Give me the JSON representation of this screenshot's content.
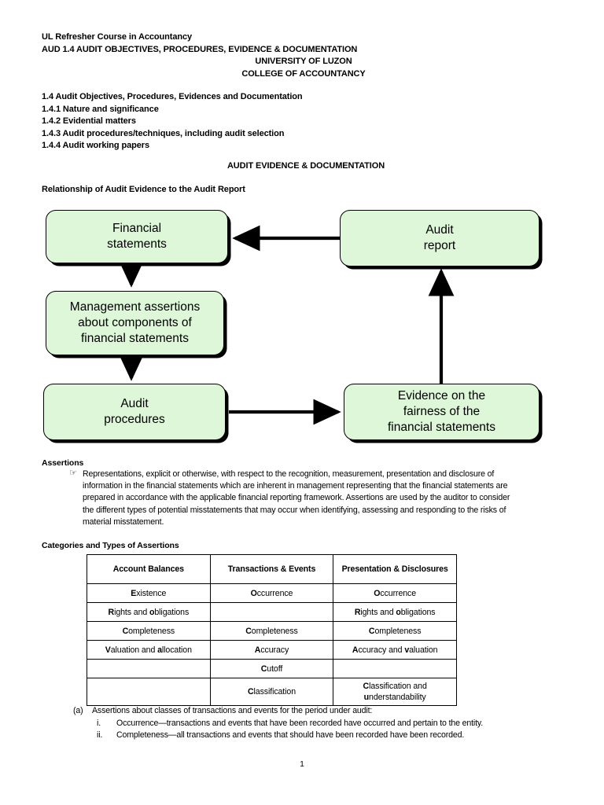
{
  "header": {
    "line1": "UL Refresher Course in Accountancy",
    "line2": "AUD 1.4 AUDIT OBJECTIVES, PROCEDURES, EVIDENCE & DOCUMENTATION",
    "line3": "UNIVERSITY OF LUZON",
    "line4": "COLLEGE OF ACCOUNTANCY"
  },
  "outline": [
    "1.4 Audit Objectives, Procedures, Evidences and Documentation",
    "1.4.1 Nature and significance",
    "1.4.2 Evidential matters",
    "1.4.3 Audit procedures/techniques, including audit selection",
    "1.4.4 Audit working papers"
  ],
  "section": {
    "title": "AUDIT EVIDENCE & DOCUMENTATION",
    "subtitle": "Relationship of Audit Evidence to the Audit Report"
  },
  "diagram": {
    "fill_color": "#ddf7d8",
    "border_color": "#000000",
    "nodes": {
      "financial_statements": "Financial\nstatements",
      "management_assertions": "Management assertions\nabout components of\nfinancial statements",
      "audit_procedures": "Audit\nprocedures",
      "audit_report": "Audit\nreport",
      "evidence_fairness": "Evidence on the\nfairness of the\nfinancial statements"
    },
    "edges": [
      {
        "from": "audit_report",
        "to": "financial_statements",
        "direction": "left"
      },
      {
        "from": "financial_statements",
        "to": "management_assertions",
        "direction": "down"
      },
      {
        "from": "management_assertions",
        "to": "audit_procedures",
        "direction": "down"
      },
      {
        "from": "audit_procedures",
        "to": "evidence_fairness",
        "direction": "right"
      },
      {
        "from": "evidence_fairness",
        "to": "audit_report",
        "direction": "up"
      }
    ]
  },
  "assertions": {
    "heading": "Assertions",
    "bullet_glyph": "☞",
    "text": "Representations, explicit or otherwise, with respect to the recognition, measurement, presentation and disclosure of information in the financial statements which are inherent in management representing that the financial statements are prepared in accordance with the applicable financial reporting framework. Assertions are used by the auditor to consider the different types of potential misstatements that may occur when identifying, assessing and responding to the risks of material misstatement."
  },
  "table": {
    "caption": "Categories and Types of Assertions",
    "columns": [
      "Account Balances",
      "Transactions & Events",
      "Presentation & Disclosures"
    ],
    "rows": [
      [
        {
          "bold": "E",
          "rest": "xistence"
        },
        {
          "bold": "O",
          "rest": "ccurrence"
        },
        {
          "bold": "O",
          "rest": "ccurrence"
        }
      ],
      [
        {
          "bold": "R",
          "rest": "ights and obligations",
          "bold2": "o",
          "split_after": "ights and "
        },
        {
          "bold": "",
          "rest": ""
        },
        {
          "bold": "R",
          "rest": "ights and obligations",
          "bold2": "o",
          "split_after": "ights and "
        }
      ],
      [
        {
          "bold": "C",
          "rest": "ompleteness"
        },
        {
          "bold": "C",
          "rest": "ompleteness"
        },
        {
          "bold": "C",
          "rest": "ompleteness"
        }
      ],
      [
        {
          "bold": "V",
          "rest": "aluation and allocation",
          "bold2": "a",
          "split_after": "aluation and "
        },
        {
          "bold": "A",
          "rest": "ccuracy"
        },
        {
          "bold": "A",
          "rest": "ccuracy and valuation",
          "bold2": "v",
          "split_after": "ccuracy and "
        }
      ],
      [
        {
          "bold": "",
          "rest": ""
        },
        {
          "bold": "C",
          "rest": "utoff"
        },
        {
          "bold": "",
          "rest": ""
        }
      ],
      [
        {
          "bold": "",
          "rest": ""
        },
        {
          "bold": "C",
          "rest": "lassification"
        },
        {
          "bold": "C",
          "rest": "lassification and understandability",
          "bold2": "u",
          "split_after": "lassification and "
        }
      ]
    ]
  },
  "footer_list": {
    "item_a_marker": "(a)",
    "item_a_text": "Assertions about classes of transactions and events for the period under audit:",
    "sub_items": [
      {
        "marker": "i.",
        "text": "Occurrence—transactions and events that have been recorded have occurred and pertain to the entity."
      },
      {
        "marker": "ii.",
        "text": "Completeness—all transactions and events that should have been recorded have been recorded."
      }
    ]
  },
  "page_number": "1"
}
